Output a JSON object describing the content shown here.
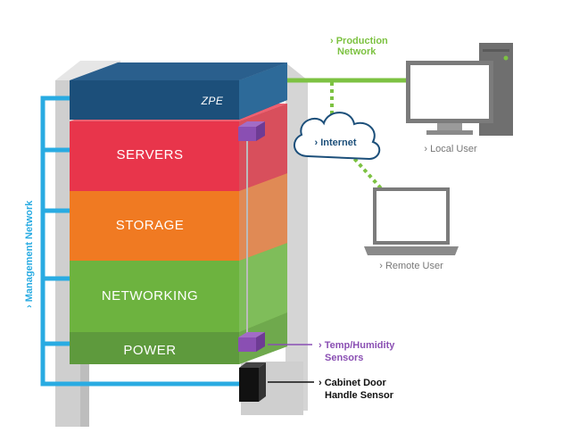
{
  "rack": {
    "layers": [
      {
        "label": "SERVERS",
        "color": "#e8354b"
      },
      {
        "label": "STORAGE",
        "color": "#f07a22"
      },
      {
        "label": "NETWORKING",
        "color": "#6db33f"
      },
      {
        "label": "POWER",
        "color": "#5e9a3d"
      }
    ],
    "top": {
      "logo_text": "ZPE",
      "color": "#1c4f7a"
    }
  },
  "labels": {
    "production_network_line1": "› Production",
    "production_network_line2": "Network",
    "internet": "› Internet",
    "local_user": "› Local User",
    "remote_user": "› Remote User",
    "management_network": "› Management Network",
    "temp_humidity_line1": "› Temp/Humidity",
    "temp_humidity_line2": "Sensors",
    "cabinet_door_line1": "› Cabinet Door",
    "cabinet_door_line2": "Handle Sensor"
  },
  "colors": {
    "production_green": "#7dc242",
    "management_blue": "#29abe2",
    "sensor_purple": "#8a4fb3",
    "cabinet_black": "#111111",
    "monitor_gray": "#7b7b7b"
  }
}
